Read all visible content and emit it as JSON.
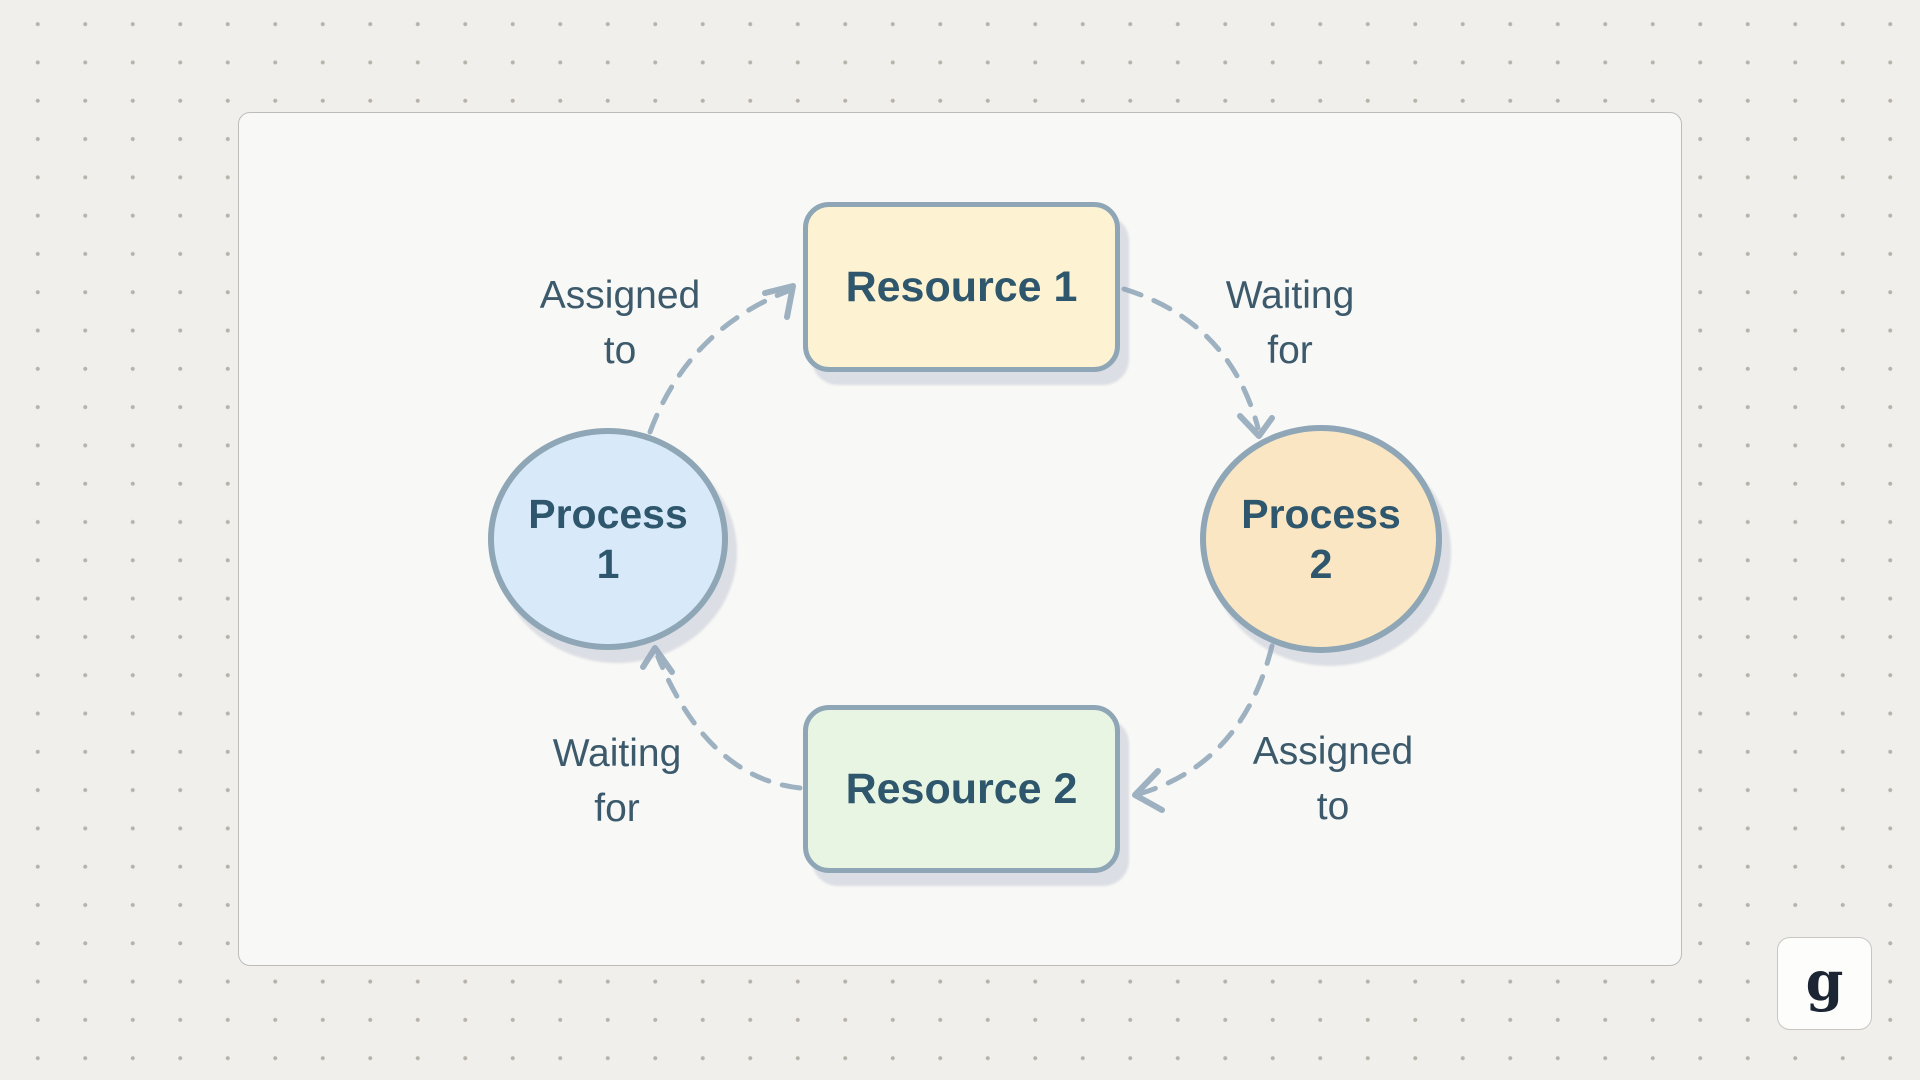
{
  "canvas": {
    "background_color": "#f1efeb",
    "dot_color": "#b7b2aa",
    "panel": {
      "background": "#f8f8f6",
      "border_color": "#bebcb9"
    }
  },
  "diagram": {
    "edge_color": "#9db1c1",
    "label_color": "#3c5a6b",
    "nodes": {
      "resource1": {
        "label": "Resource 1",
        "shape": "rectangle",
        "fill": "#fdf3d3",
        "border_color": "#8fa6b6",
        "text_color": "#2e566c"
      },
      "process2": {
        "label": "Process 2",
        "shape": "ellipse",
        "fill": "#fae6c3",
        "border_color": "#8fa6b6",
        "text_color": "#2e566c"
      },
      "resource2": {
        "label": "Resource 2",
        "shape": "rectangle",
        "fill": "#e9f5e3",
        "border_color": "#8fa6b6",
        "text_color": "#2e566c"
      },
      "process1": {
        "label": "Process 1",
        "shape": "ellipse",
        "fill": "#d8eafa",
        "border_color": "#8fa6b6",
        "text_color": "#2e566c"
      }
    },
    "edges": [
      {
        "from": "process1",
        "to": "resource1",
        "label": "Assigned to"
      },
      {
        "from": "resource1",
        "to": "process2",
        "label": "Waiting for"
      },
      {
        "from": "process2",
        "to": "resource2",
        "label": "Assigned to"
      },
      {
        "from": "resource2",
        "to": "process1",
        "label": "Waiting for"
      }
    ]
  },
  "branding": {
    "logo_text": "g"
  }
}
